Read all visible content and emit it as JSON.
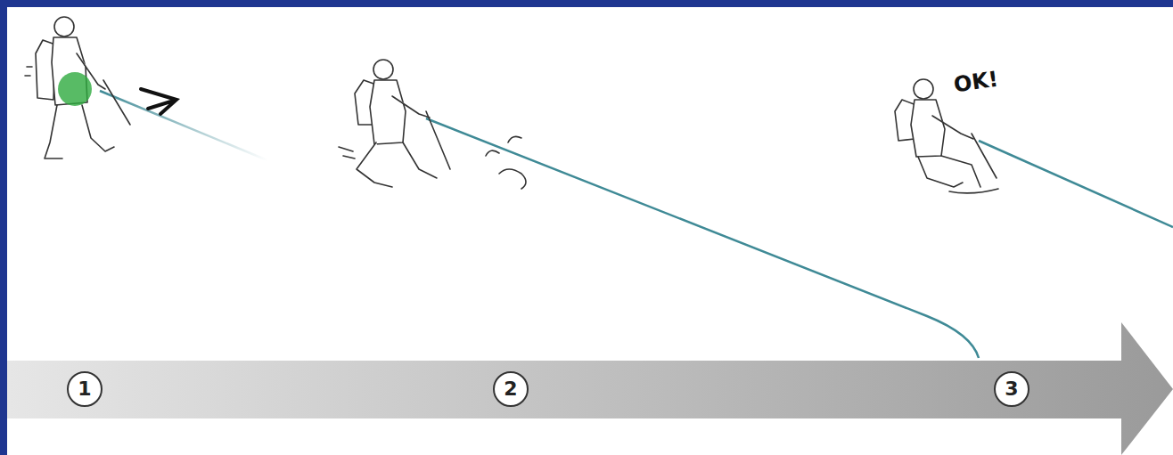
{
  "diagram": {
    "nodes": [
      {
        "text": [
          "1"
        ]
      },
      {
        "text": [
          "2"
        ]
      },
      {
        "text": [
          "3"
        ]
      }
    ],
    "labels": [
      "OK!"
    ]
  }
}
